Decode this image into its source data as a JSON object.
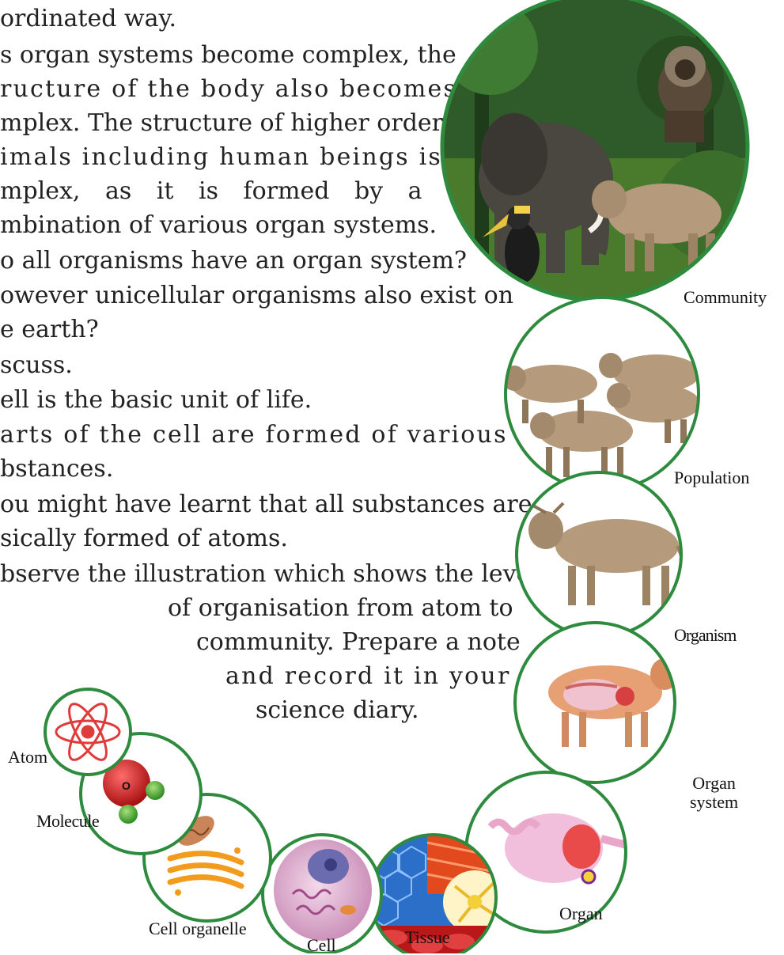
{
  "body_text": {
    "p1": "ordinated way.",
    "p2_l1": "s organ systems become complex, the",
    "p2_l2": "ructure of the body also becomes",
    "p2_l3": "mplex. The structure of higher order",
    "p2_l4": "imals including human beings is",
    "p2_l5": "mplex, as it is formed by a",
    "p2_l6": "mbination of various organ systems.",
    "p3": "o all organisms have an organ system?",
    "p4_l1": "owever unicellular organisms also exist on",
    "p4_l2": "e earth?",
    "p5": "scuss.",
    "p6": "ell is the basic unit of life.",
    "p7_l1": "arts of the cell are formed of various",
    "p7_l2": "bstances.",
    "p8_l1": "ou might have learnt that all substances are",
    "p8_l2": "sically  formed of atoms.",
    "p9_l1": "bserve the illustration which shows the levels",
    "p9_l2": "of organisation  from atom to",
    "p9_l3": "community. Prepare a note",
    "p9_l4": "and record it in your",
    "p9_l5": "science diary."
  },
  "levels": {
    "community": "Community",
    "population": "Population",
    "organism": "Organism",
    "organ_system": "Organ\nsystem",
    "organ": "Organ",
    "tissue": "Tissue",
    "cell": "Cell",
    "cell_organelle": "Cell organelle",
    "molecule": "Molecule",
    "atom": "Atom"
  },
  "colors": {
    "circle_border": "#2e8b3e",
    "forest": "#2f5a2a",
    "cow": "#b59a7c",
    "elephant": "#4a4640",
    "atom": "#e03b3b",
    "molecule_red": "#c81e1e",
    "molecule_green": "#5cb53a",
    "organelle": "#f29b1d",
    "cell": "#c98bb6",
    "tissue_blue": "#2c6fc9",
    "tissue_red": "#c02020",
    "organ": "#e9a6c9"
  }
}
